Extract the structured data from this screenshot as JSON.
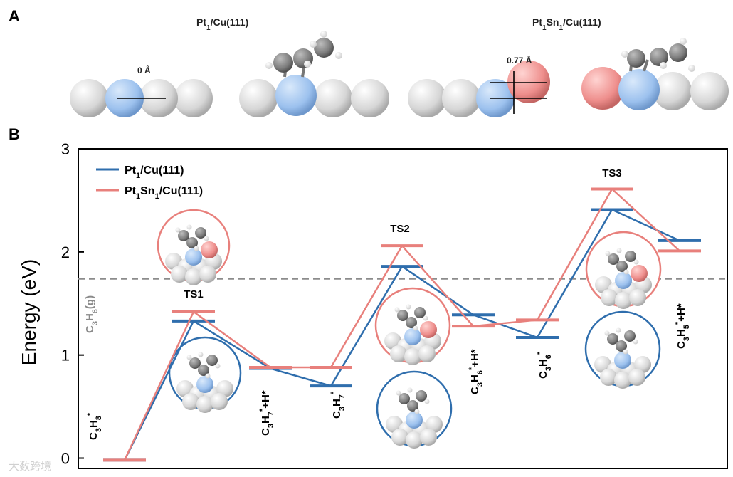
{
  "panel_a": {
    "letter": "A",
    "titles": [
      {
        "main": "Pt",
        "sub": "1",
        "rest": "/Cu(111)"
      },
      {
        "main": "Pt",
        "sub": "1",
        "mid": "Sn",
        "sub2": "1",
        "rest": "/Cu(111)"
      }
    ],
    "measure_1": "0 Å",
    "measure_2": "0.77 Å"
  },
  "panel_b": {
    "letter": "B"
  },
  "watermark": "大数跨境",
  "colors": {
    "pt": "#2f6ead",
    "ptsn": "#e8807c",
    "gas_line": "#8c8c8c",
    "cu": "#d9d9d9",
    "pt_atom": "#9fc3ee",
    "sn_atom": "#ec8c8c",
    "c_atom": "#7a7a7a"
  },
  "chart_data": {
    "type": "line",
    "ylabel": "Energy (eV)",
    "ylim": [
      -0.1,
      3
    ],
    "yticks": [
      0,
      1,
      2,
      3
    ],
    "gas_reference": {
      "value": 1.74,
      "label": "C3H6(g)"
    },
    "states": [
      {
        "id": "c3h8",
        "pt": -0.02,
        "ptsn": -0.02
      },
      {
        "id": "ts1",
        "pt": 1.33,
        "ptsn": 1.42
      },
      {
        "id": "c3h7h",
        "pt": 0.87,
        "ptsn": 0.88
      },
      {
        "id": "c3h7",
        "pt": 0.7,
        "ptsn": 0.88
      },
      {
        "id": "ts2",
        "pt": 1.86,
        "ptsn": 2.06
      },
      {
        "id": "c3h6h",
        "pt": 1.39,
        "ptsn": 1.28
      },
      {
        "id": "c3h6",
        "pt": 1.17,
        "ptsn": 1.34
      },
      {
        "id": "ts3",
        "pt": 2.41,
        "ptsn": 2.61
      },
      {
        "id": "c3h5h",
        "pt": 2.11,
        "ptsn": 2.01
      }
    ],
    "series": [
      {
        "key": "pt",
        "name": "Pt1/Cu(111)"
      },
      {
        "key": "ptsn",
        "name": "Pt1Sn1/Cu(111)"
      }
    ],
    "ts_labels": [
      {
        "state": "ts1",
        "text": "TS1"
      },
      {
        "state": "ts2",
        "text": "TS2"
      },
      {
        "state": "ts3",
        "text": "TS3"
      }
    ]
  }
}
